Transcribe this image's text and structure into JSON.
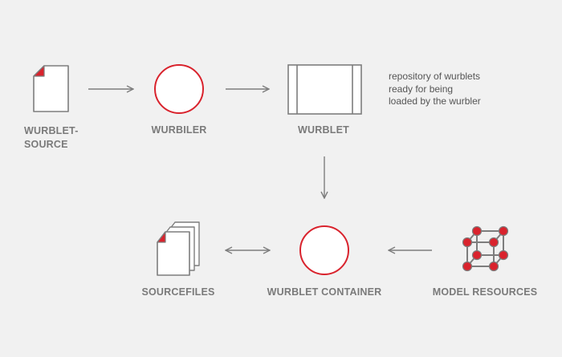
{
  "nodes": {
    "wurblet_source": {
      "label_line1": "WURBLET-",
      "label_line2": "SOURCE"
    },
    "wurbiler": {
      "label": "WURBILER"
    },
    "wurblet": {
      "label": "WURBLET"
    },
    "sourcefiles": {
      "label": "SOURCEFILES"
    },
    "wurblet_container": {
      "label": "WURBLET CONTAINER"
    },
    "model_resources": {
      "label": "MODEL RESOURCES"
    }
  },
  "note": {
    "lines": [
      "repository of wurblets",
      "ready for being",
      "loaded by the wurbler"
    ]
  },
  "colors": {
    "background": "#f1f1f1",
    "stroke": "#7d7d7d",
    "accent_red": "#d9232d",
    "label": "#7a7a7a",
    "note_text": "#555555"
  }
}
